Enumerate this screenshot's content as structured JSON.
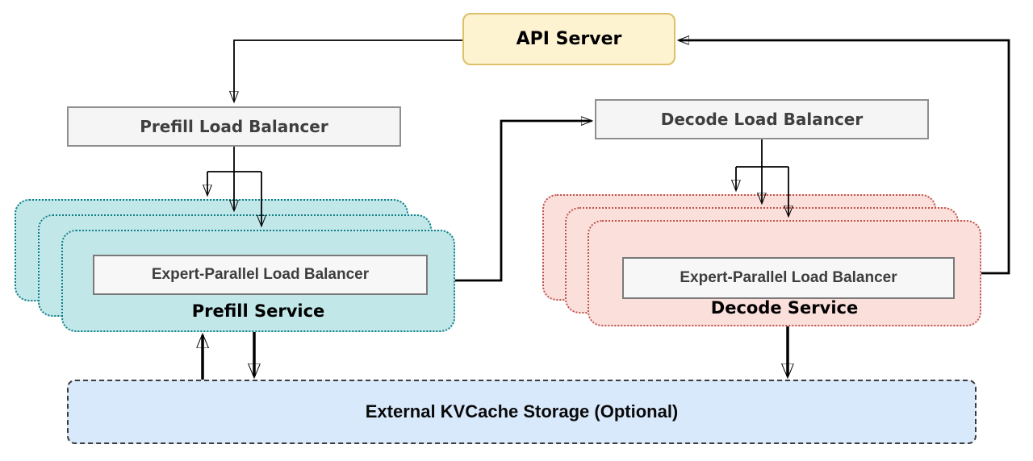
{
  "nodes": {
    "api_server": {
      "label": "API Server"
    },
    "prefill_lb": {
      "label": "Prefill Load Balancer"
    },
    "decode_lb": {
      "label": "Decode Load Balancer"
    },
    "prefill_service": {
      "label": "Prefill Service",
      "eplb_label": "Expert-Parallel Load Balancer",
      "instances": 3
    },
    "decode_service": {
      "label": "Decode Service",
      "eplb_label": "Expert-Parallel Load Balancer",
      "instances": 3
    },
    "kvcache": {
      "label": "External KVCache Storage (Optional)"
    }
  },
  "edges": [
    {
      "from": "api_server",
      "to": "prefill_lb",
      "arrow": "single"
    },
    {
      "from": "prefill_lb",
      "to": "prefill_service",
      "arrow": "fan-out-3"
    },
    {
      "from": "prefill_service",
      "to": "decode_lb",
      "arrow": "single"
    },
    {
      "from": "decode_lb",
      "to": "decode_service",
      "arrow": "fan-out-3"
    },
    {
      "from": "decode_service",
      "to": "api_server",
      "arrow": "single"
    },
    {
      "from": "kvcache",
      "to": "prefill_service",
      "arrow": "single-up"
    },
    {
      "from": "prefill_service",
      "to": "kvcache",
      "arrow": "single-down"
    },
    {
      "from": "decode_service",
      "to": "kvcache",
      "arrow": "single-down"
    }
  ],
  "colors": {
    "api_fill": "#fdf3d1",
    "api_border": "#ddc068",
    "lb_fill": "#f5f5f5",
    "lb_border": "#8f8f8f",
    "lb_text": "#3f3f3f",
    "prefill_fill": "#c2e7e9",
    "prefill_border": "#0e8088",
    "decode_fill": "#fbdfdb",
    "decode_border": "#bf544e",
    "kvcache_fill": "#d9e9fc",
    "kvcache_border": "#3c3c3c",
    "edge": "#000000"
  }
}
